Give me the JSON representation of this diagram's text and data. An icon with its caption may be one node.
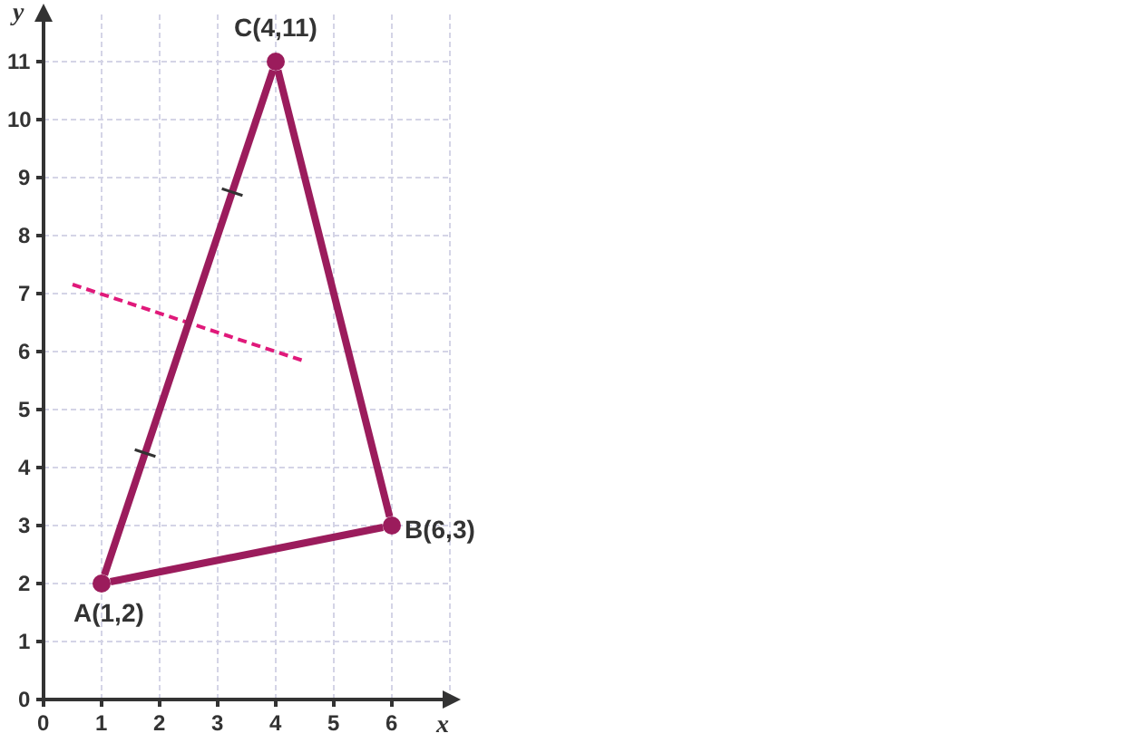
{
  "diagram": {
    "nodes": [
      {
        "text": [],
        "shape": "circle",
        "beside": [
          "C(4,11)"
        ]
      },
      {
        "text": [],
        "shape": "circle",
        "beside": [
          "B(6,3)"
        ]
      },
      {
        "text": [],
        "shape": "circle",
        "beside": [
          "A(1,2)"
        ]
      }
    ],
    "edges": [
      {
        "from": 2,
        "to": 1,
        "arrow": "none"
      },
      {
        "from": 1,
        "to": 0,
        "arrow": "none"
      },
      {
        "from": 0,
        "to": 2,
        "arrow": "none"
      }
    ],
    "labels": [
      "y",
      "11",
      "10",
      "9",
      "8",
      "7",
      "6",
      "5",
      "4",
      "3",
      "2",
      "1",
      "0",
      "0",
      "1",
      "2",
      "3",
      "4",
      "5",
      "6",
      "x"
    ]
  }
}
